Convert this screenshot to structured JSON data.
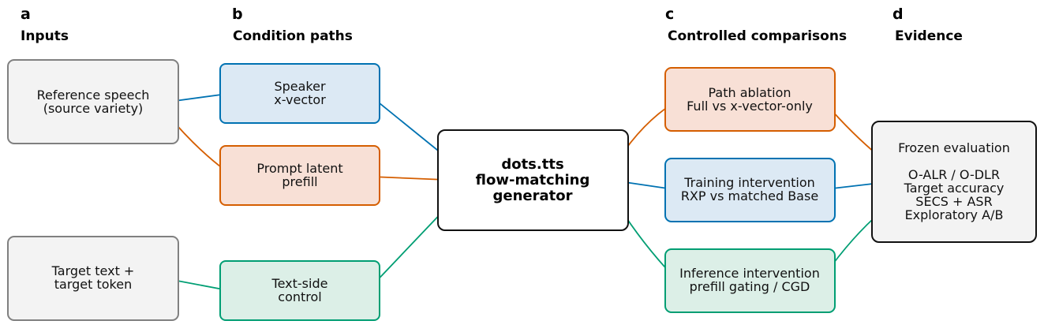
{
  "panels": {
    "a": {
      "letter": "a",
      "title": "Inputs"
    },
    "b": {
      "letter": "b",
      "title": "Condition paths"
    },
    "c": {
      "letter": "c",
      "title": "Controlled comparisons"
    },
    "d": {
      "letter": "d",
      "title": "Evidence"
    }
  },
  "colors": {
    "blue": "#0072b2",
    "orange": "#d55e00",
    "green": "#009e73",
    "blue_fill": "#dce9f4",
    "orange_fill": "#f8e0d6",
    "green_fill": "#dcefe7",
    "gray_fill": "#f3f3f3",
    "gray_stroke": "#808080"
  },
  "boxes": {
    "reference_speech": {
      "lines": [
        "Reference speech",
        "(source variety)"
      ]
    },
    "target_text": {
      "lines": [
        "Target text +",
        "target token"
      ]
    },
    "speaker_xvector": {
      "lines": [
        "Speaker",
        "x-vector"
      ]
    },
    "prompt_latent": {
      "lines": [
        "Prompt latent",
        "prefill"
      ]
    },
    "text_side": {
      "lines": [
        "Text-side",
        "control"
      ]
    },
    "generator": {
      "lines": [
        "dots.tts",
        "flow-matching",
        "generator"
      ]
    },
    "path_ablation": {
      "lines": [
        "Path ablation",
        "Full vs x-vector-only"
      ]
    },
    "training_intervention": {
      "lines": [
        "Training intervention",
        "RXP vs matched Base"
      ]
    },
    "inference_intervention": {
      "lines": [
        "Inference intervention",
        "prefill gating / CGD"
      ]
    },
    "frozen_evaluation": {
      "lines": [
        "Frozen evaluation",
        "",
        "O-ALR / O-DLR",
        "Target accuracy",
        "SECS + ASR",
        "Exploratory A/B"
      ]
    }
  }
}
